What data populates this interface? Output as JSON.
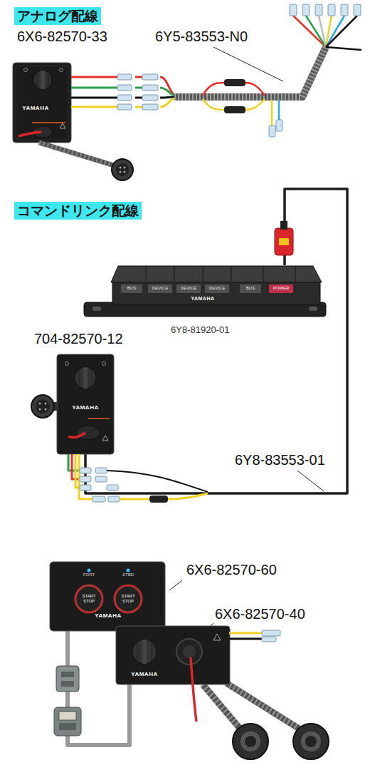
{
  "diagram": {
    "nodes": [
      {
        "text": [
          "アナログ配線"
        ]
      },
      {
        "text": [
          "YAMAHA"
        ]
      },
      {
        "text": [
          "コマンドリンク配線"
        ]
      },
      {
        "text": [
          "BUS",
          "DEVICE",
          "DEVICE",
          "DEVICE",
          "BUS",
          "POWER",
          "YAMAHA"
        ]
      },
      {
        "text": [
          "YAMAHA"
        ]
      },
      {
        "text": [
          "PORT",
          "STBD",
          "START STOP",
          "START STOP",
          "YAMAHA"
        ]
      },
      {
        "text": [
          "YAMAHA"
        ]
      }
    ],
    "edges": [
      {
        "from": 4,
        "to": 3,
        "arrow": "none"
      },
      {
        "from": 5,
        "to": 6,
        "arrow": "none"
      }
    ],
    "labels": [
      "6X6-82570-33",
      "6Y5-83553-N0",
      "6Y8-81920-01",
      "704-82570-12",
      "6Y8-83553-01",
      "6X6-82570-60",
      "6X6-82570-40"
    ]
  }
}
